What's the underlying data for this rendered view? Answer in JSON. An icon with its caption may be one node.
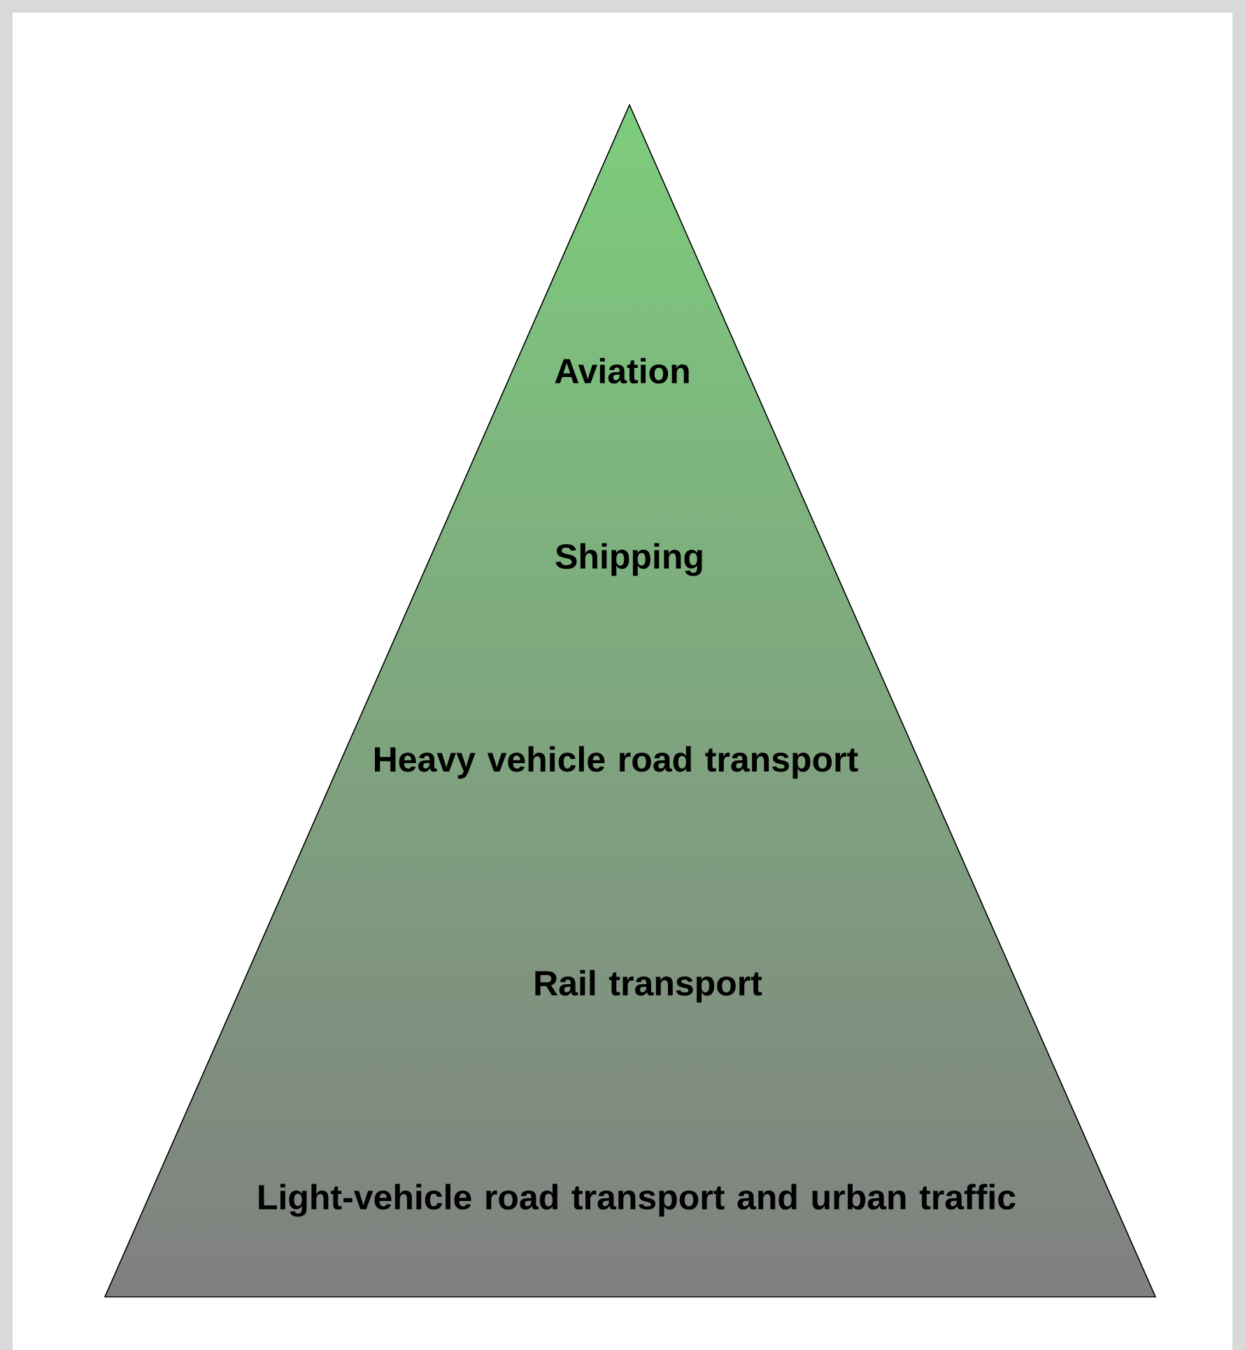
{
  "diagram": {
    "nodes": [
      {
        "text": [
          "Aviation",
          "Shipping",
          "Heavy vehicle road transport",
          "Rail transport",
          "Light-vehicle road transport and urban traffic"
        ]
      }
    ]
  }
}
